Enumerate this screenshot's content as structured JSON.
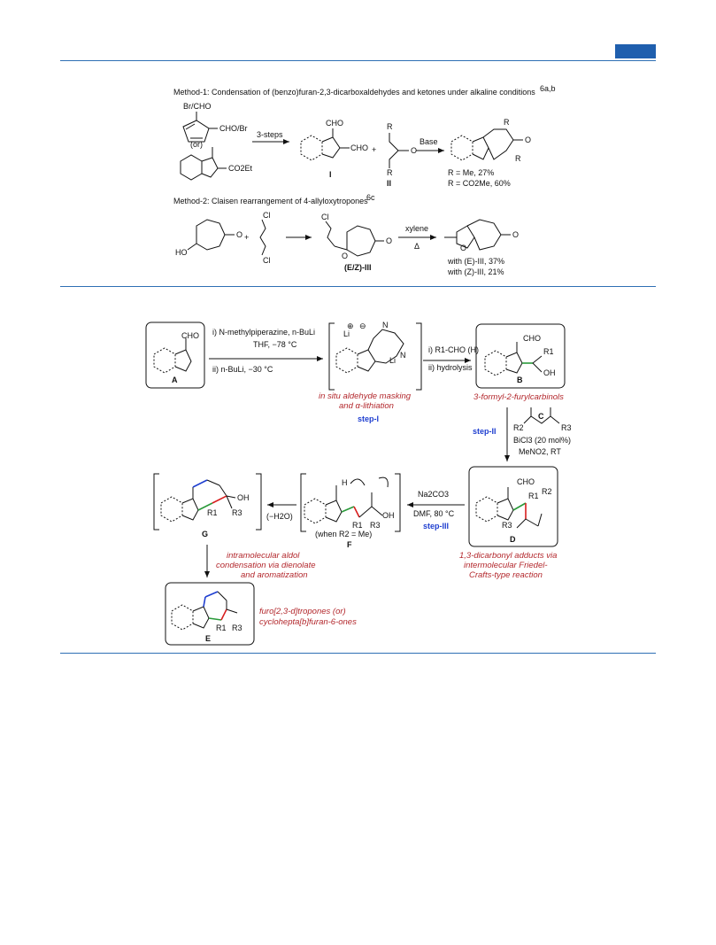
{
  "scheme1": {
    "method1_title": "Method-1: Condensation of (benzo)furan-2,3-dicarboxaldehydes and ketones under alkaline conditions",
    "method1_ref": "6a,b",
    "sm1_sub_a": "Br/CHO",
    "sm1_sub_b": "CHO/Br",
    "or": "(or)",
    "sm2_sub": "CO2Et",
    "arrow1": "3-steps",
    "int_I_cho_top": "CHO",
    "int_I_cho_side": "CHO",
    "plus": "+",
    "label_I": "I",
    "label_II": "II",
    "R": "R",
    "O": "O",
    "arrow2": "Base",
    "yield_me": "R = Me, 27%",
    "yield_co2me": "R = CO2Me, 60%",
    "method2_title": "Method-2: Claisen rearrangement of 4-allyloxytropones",
    "method2_ref": "6c",
    "HO": "HO",
    "Cl": "Cl",
    "label_III": "(E/Z)-III",
    "arrow3_top": "xylene",
    "arrow3_bottom": "Δ",
    "yield_E": "with (E)-III, 37%",
    "yield_Z": "with (Z)-III, 21%"
  },
  "scheme2": {
    "A_label": "A",
    "A_cho": "CHO",
    "step1_reagent1": "i) N-methylpiperazine, n-BuLi",
    "step1_reagent2": "THF, −78 °C",
    "step1_reagent3": "ii) n-BuLi, −30 °C",
    "li_plus": "⊕",
    "li_minus": "⊖",
    "Li": "Li",
    "N": "N",
    "masking_line1": "in situ aldehyde masking",
    "masking_line2": "and α-lithiation",
    "step1_label": "step-I",
    "to_B_reagent1": "i) R1-CHO (H)",
    "to_B_reagent2": "ii) hydrolysis",
    "B_label": "B",
    "B_cho": "CHO",
    "B_r1": "R1",
    "B_oh": "OH",
    "B_name": "3-formyl-2-furylcarbinols",
    "step2_label": "step-II",
    "C_label": "C",
    "C_r2": "R2",
    "C_r3": "R3",
    "step2_cat": "BiCl3 (20 mol%)",
    "step2_cond": "MeNO2, RT",
    "D_label": "D",
    "D_cho": "CHO",
    "D_r1": "R1",
    "D_r2": "R2",
    "D_r3": "R3",
    "D_name1": "1,3-dicarbonyl adducts via",
    "D_name2": "intermolecular Friedel-",
    "D_name3": "Crafts-type reaction",
    "step3_reagent1": "Na2CO3",
    "step3_reagent2": "DMF, 80 °C",
    "step3_label": "step-III",
    "F_label": "F",
    "F_note": "(when R2 = Me)",
    "F_h": "H",
    "F_oh": "OH",
    "F_r1": "R1",
    "F_r3": "R3",
    "dehydration": "(−H2O)",
    "G_label": "G",
    "G_oh": "OH",
    "G_r1": "R1",
    "G_r3": "R3",
    "aldol1": "intramolecular aldol",
    "aldol2": "condensation via dienolate",
    "aldol3": "and aromatization",
    "E_label": "E",
    "E_r1": "R1",
    "E_r3": "R3",
    "E_name1": "furo[2,3-d]tropones (or)",
    "E_name2": "cyclohepta[b]furan-6-ones"
  },
  "colors": {
    "rule": "#2e6fb4",
    "caption_red": "#b3282d",
    "step_blue": "#1f3fd0",
    "bond_green": "#2a9a3a",
    "bond_red": "#d81e1e",
    "bond_blue": "#1f3fd0"
  }
}
